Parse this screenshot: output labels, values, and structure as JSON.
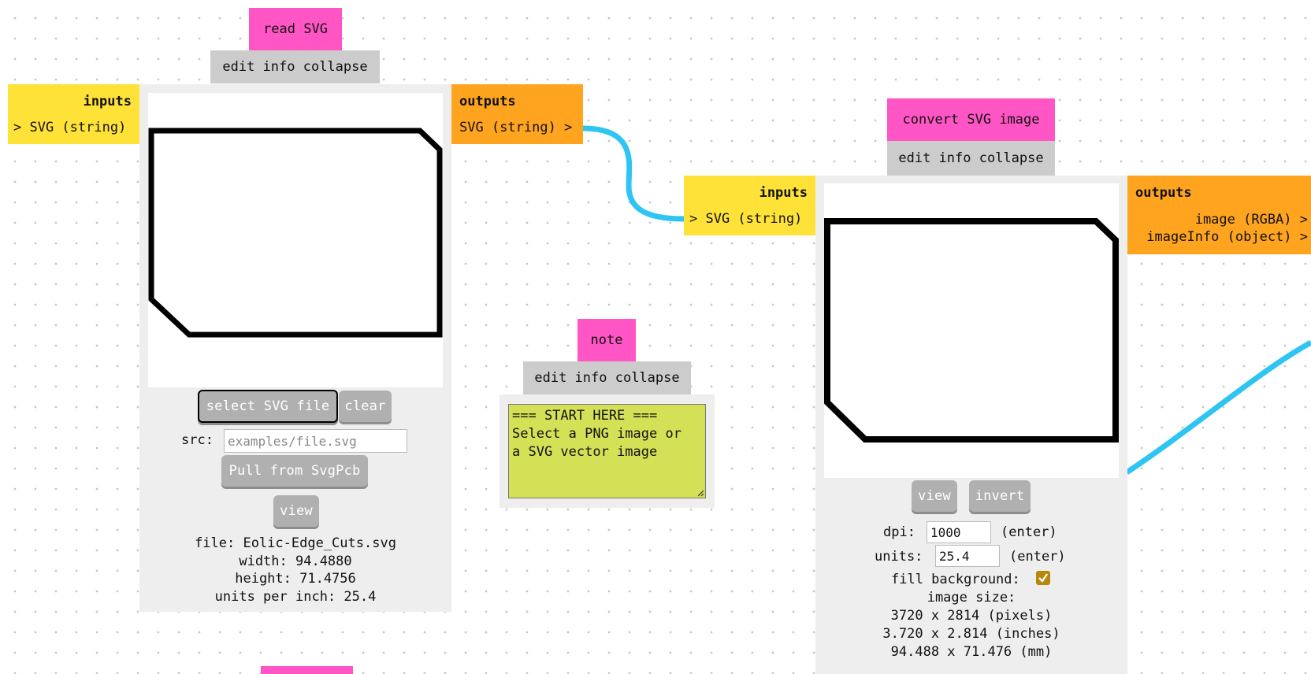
{
  "read_node": {
    "title": "read SVG",
    "controls": "edit info collapse",
    "inputs_header": "inputs",
    "input_svg": "> SVG (string)",
    "outputs_header": "outputs",
    "output_svg": "SVG (string) >",
    "select_button": "select SVG file",
    "clear_button": "clear",
    "src_label": "src:",
    "src_placeholder": "examples/file.svg",
    "pull_button": "Pull from SvgPcb",
    "view_button": "view",
    "file_line": "file: Eolic-Edge_Cuts.svg",
    "width_line": "width: 94.4880",
    "height_line": "height: 71.4756",
    "units_line": "units per inch: 25.4"
  },
  "note_node": {
    "title": "note",
    "controls": "edit info collapse",
    "text": "=== START HERE ===\nSelect a PNG image or\na SVG vector image"
  },
  "convert_node": {
    "title": "convert SVG image",
    "controls": "edit info collapse",
    "inputs_header": "inputs",
    "input_svg": "> SVG (string)",
    "outputs_header": "outputs",
    "output_image": "image (RGBA) >",
    "output_info": "imageInfo (object) >",
    "view_button": "view",
    "invert_button": "invert",
    "dpi_label": "dpi:",
    "dpi_value": "1000",
    "dpi_enter": "(enter)",
    "units_label": "units:",
    "units_value": "25.4",
    "units_enter": "(enter)",
    "fill_label": "fill background:",
    "fill_checked": true,
    "size_label": "image size:",
    "size_pixels": "3720 x 2814 (pixels)",
    "size_inches": "3.720 x 2.814 (inches)",
    "size_mm": "94.488 x 71.476 (mm)"
  },
  "colors": {
    "title": "#ff55c5",
    "inputs": "#ffe238",
    "outputs": "#ffa41f",
    "panel": "#eeeeee",
    "wire": "#2ec5f2",
    "note": "#d4e157"
  }
}
